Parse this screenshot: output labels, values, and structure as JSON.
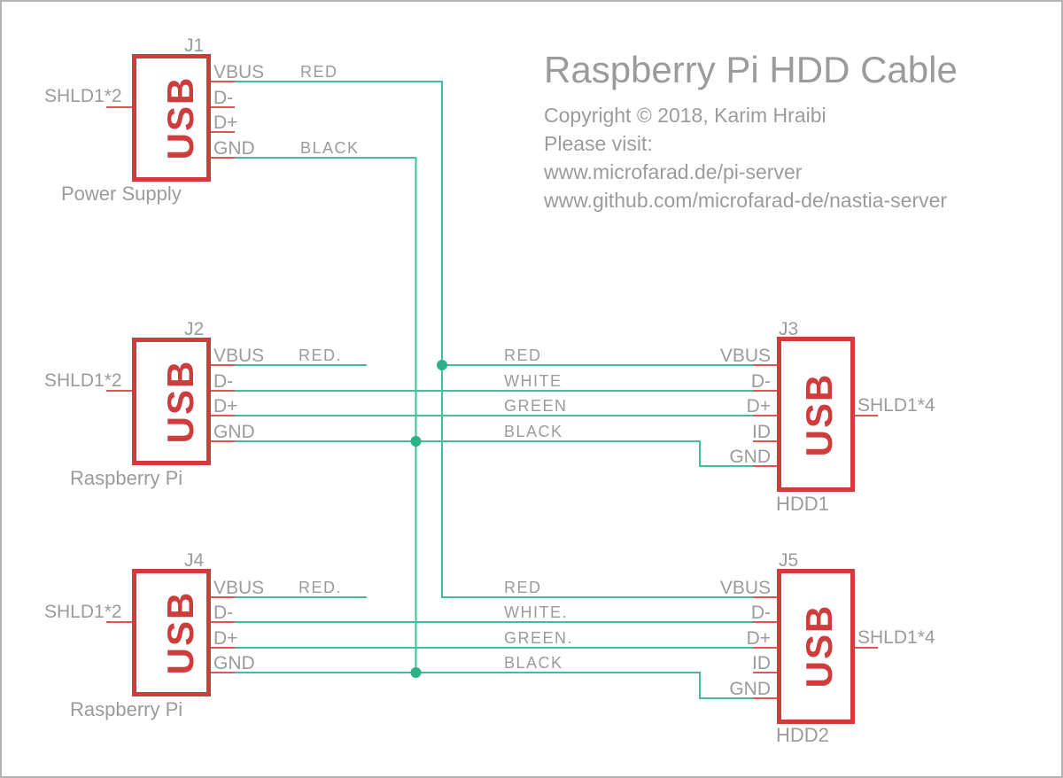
{
  "title_block": {
    "title": "Raspberry Pi HDD Cable",
    "copyright": "Copyright © 2018, Karim Hraibi",
    "visit": "Please visit:",
    "url1": "www.microfarad.de/pi-server",
    "url2": "www.github.com/microfarad-de/nastia-server"
  },
  "colors": {
    "connector_red": "#ce3c3c",
    "stub_red": "#df5656",
    "wire_teal": "#45bc9d",
    "junction_teal": "#2eb187",
    "label_gray": "#9b9b9b",
    "border_gray": "#b3b3b3"
  },
  "connectors": {
    "j1": {
      "ref": "J1",
      "type": "USB",
      "name": "Power Supply",
      "shield": "SHLD1*2",
      "pins": [
        "VBUS",
        "D-",
        "D+",
        "GND"
      ]
    },
    "j2": {
      "ref": "J2",
      "type": "USB",
      "name": "Raspberry Pi",
      "shield": "SHLD1*2",
      "pins": [
        "VBUS",
        "D-",
        "D+",
        "GND"
      ]
    },
    "j3": {
      "ref": "J3",
      "type": "USB",
      "name": "HDD1",
      "shield": "SHLD1*4",
      "pins": [
        "VBUS",
        "D-",
        "D+",
        "ID",
        "GND"
      ]
    },
    "j4": {
      "ref": "J4",
      "type": "USB",
      "name": "Raspberry Pi",
      "shield": "SHLD1*2",
      "pins": [
        "VBUS",
        "D-",
        "D+",
        "GND"
      ]
    },
    "j5": {
      "ref": "J5",
      "type": "USB",
      "name": "HDD2",
      "shield": "SHLD1*4",
      "pins": [
        "VBUS",
        "D-",
        "D+",
        "ID",
        "GND"
      ]
    }
  },
  "wire_labels": {
    "j1_vbus": "RED",
    "j1_gnd": "BLACK",
    "j2_vbus": "RED.",
    "mid_red": "RED",
    "mid_white": "WHITE",
    "mid_green": "GREEN",
    "mid_black": "BLACK",
    "j4_vbus": "RED.",
    "low_red": "RED",
    "low_white": "WHITE.",
    "low_green": "GREEN.",
    "low_black": "BLACK"
  }
}
